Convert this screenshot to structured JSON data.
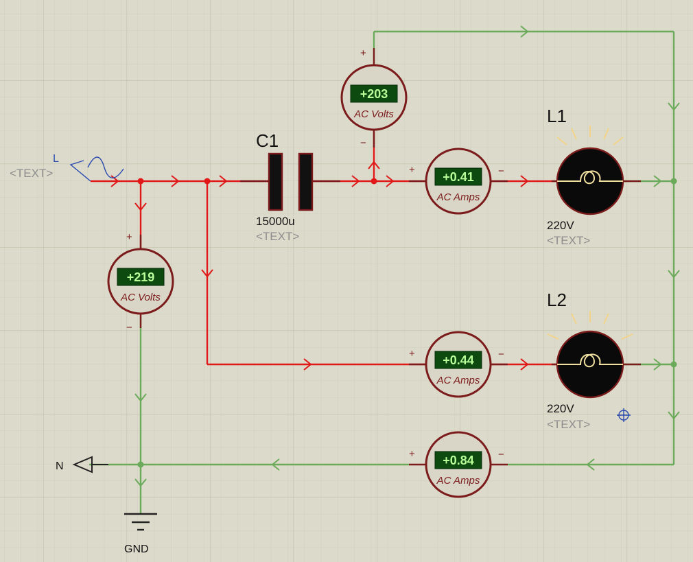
{
  "colors": {
    "background": "#dcdbcb",
    "grid_minor": "#cfceb9",
    "grid_major": "#c2c1ab",
    "live_wire": "#e01818",
    "neutral_wire": "#6aaa5a",
    "meter_ring": "#7b1b1b",
    "meter_face": "#d9d6c7",
    "display_bg": "#0c4a10",
    "display_text": "#b8ff9a",
    "placeholder_text": "#8c8c8c",
    "lamp_glow": "#f3d38a"
  },
  "source": {
    "name": "L",
    "placeholder": "<TEXT>"
  },
  "neutral_terminal": {
    "name": "N"
  },
  "ground": {
    "name": "GND"
  },
  "capacitor": {
    "ref": "C1",
    "value": "15000u",
    "placeholder": "<TEXT>"
  },
  "lamps": [
    {
      "ref": "L1",
      "value": "220V",
      "placeholder": "<TEXT>"
    },
    {
      "ref": "L2",
      "value": "220V",
      "placeholder": "<TEXT>"
    }
  ],
  "meters": {
    "voltmeter_source": {
      "reading": "+219",
      "label": "AC Volts"
    },
    "voltmeter_cap": {
      "reading": "+203",
      "label": "AC Volts"
    },
    "ammeter_l1": {
      "reading": "+0.41",
      "label": "AC Amps"
    },
    "ammeter_l2": {
      "reading": "+0.44",
      "label": "AC Amps"
    },
    "ammeter_return": {
      "reading": "+0.84",
      "label": "AC Amps"
    }
  },
  "symbols": {
    "plus": "+",
    "minus": "−"
  }
}
